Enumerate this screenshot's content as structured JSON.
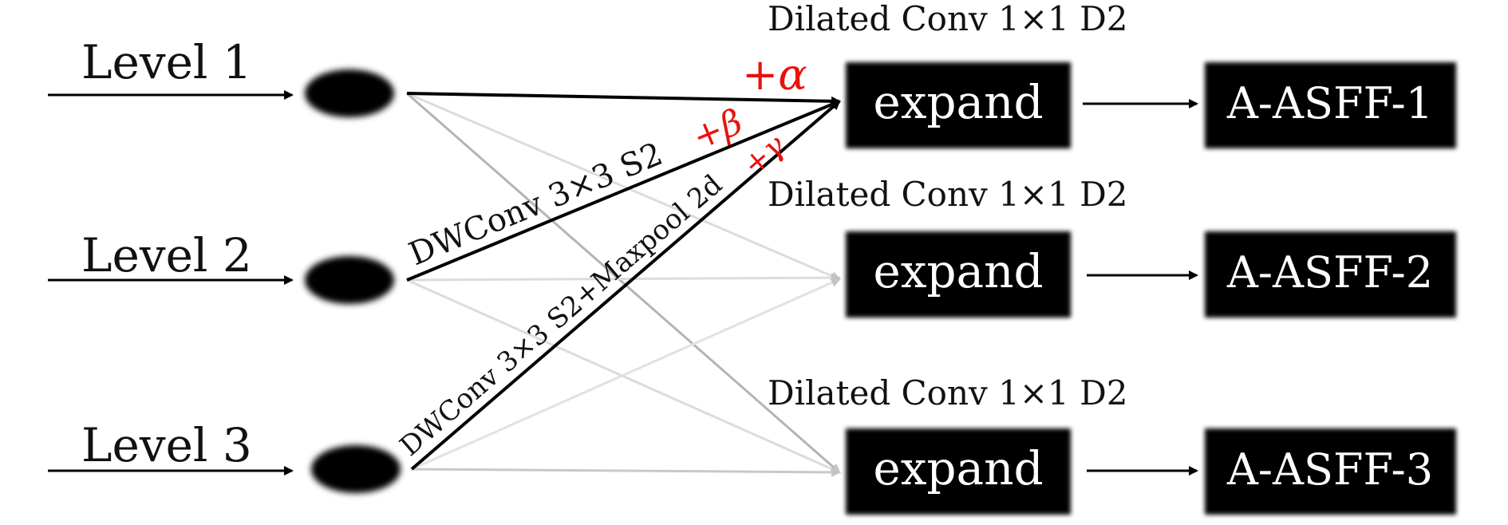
{
  "diagram": {
    "levels": [
      "Level 1",
      "Level 2",
      "Level 3"
    ],
    "conv_labels": [
      "Dilated Conv 1×1 D2",
      "Dilated Conv 1×1 D2",
      "Dilated Conv 1×1 D2"
    ],
    "expand_labels": [
      "expand",
      "expand",
      "expand"
    ],
    "outputs": [
      "A-ASFF-1",
      "A-ASFF-2",
      "A-ASFF-3"
    ],
    "edge_label_level2": "DWConv 3×3 S2",
    "edge_label_level3": "DWConv 3×3 S2+Maxpool 2d",
    "weights": {
      "alpha": "+α",
      "beta": "+β",
      "gamma": "+γ"
    }
  },
  "colors": {
    "weight_text": "#e8120c",
    "box_fill": "#000000",
    "node_fill": "#000000",
    "primary_edge": "#000000",
    "faint_edge": "#c4c4c4",
    "fainter_edge": "#dcdcdc"
  }
}
